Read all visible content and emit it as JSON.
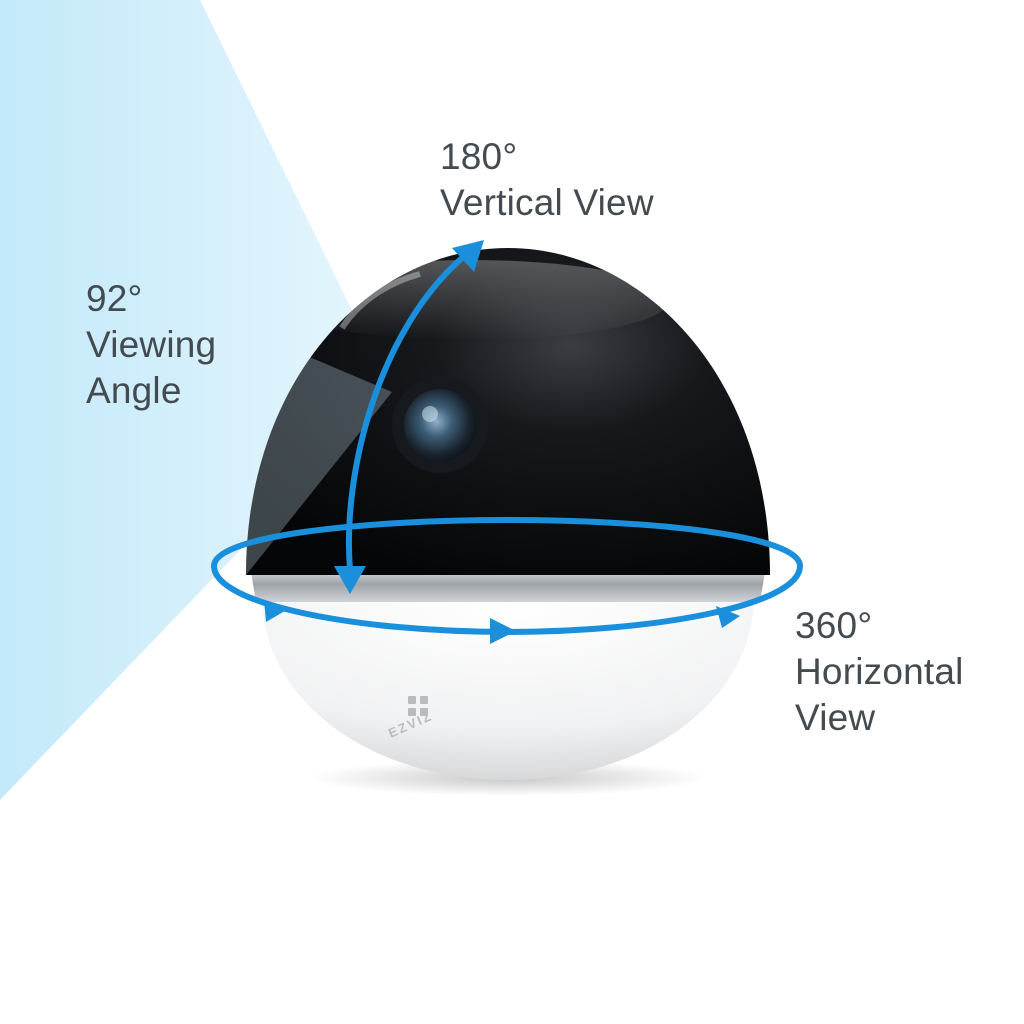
{
  "labels": {
    "vertical": {
      "degree": "180°",
      "text": "Vertical View"
    },
    "viewing": {
      "degree": "92°",
      "line1": "Viewing",
      "line2": "Angle"
    },
    "horizontal": {
      "degree": "360°",
      "line1": "Horizontal",
      "line2": "View"
    }
  },
  "brand": {
    "name": "EZVIZ"
  },
  "colors": {
    "arrow": "#1a8fdc",
    "text": "#444b50",
    "beam": "#cfeefb",
    "dome": "#0c0d10",
    "base": "#f4f5f6",
    "ring": "#a7abb0"
  },
  "icons": {
    "vertical-arrow": "double-headed-arc-arrow",
    "horizontal-ring": "rotation-ring-arrows",
    "view-cone": "field-of-view-cone",
    "logo": "ezviz-logo"
  }
}
